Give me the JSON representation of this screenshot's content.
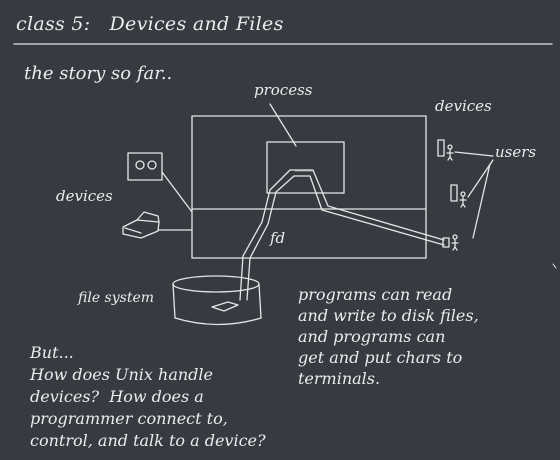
{
  "slide": {
    "title": "class 5:   Devices and Files",
    "subtitle": "the story so far.."
  },
  "diagram": {
    "process_label": "process",
    "devices_label_right": "devices",
    "users_label": "users",
    "devices_label_left": "devices",
    "fd_label": "fd",
    "filesystem_label": "file system"
  },
  "notes": {
    "programs_text": "programs can read\nand write to disk files,\nand programs can\nget and put chars to\nterminals.",
    "question_text": "But...\nHow does Unix handle\ndevices?  How does a\nprogrammer connect to,\ncontrol, and talk to a device?"
  },
  "colors": {
    "background": "#363a41",
    "ink": "#ececec"
  },
  "icons": [
    "speaker-device-icon",
    "printer-device-icon",
    "user-terminal-icon",
    "disk-file-icon"
  ]
}
